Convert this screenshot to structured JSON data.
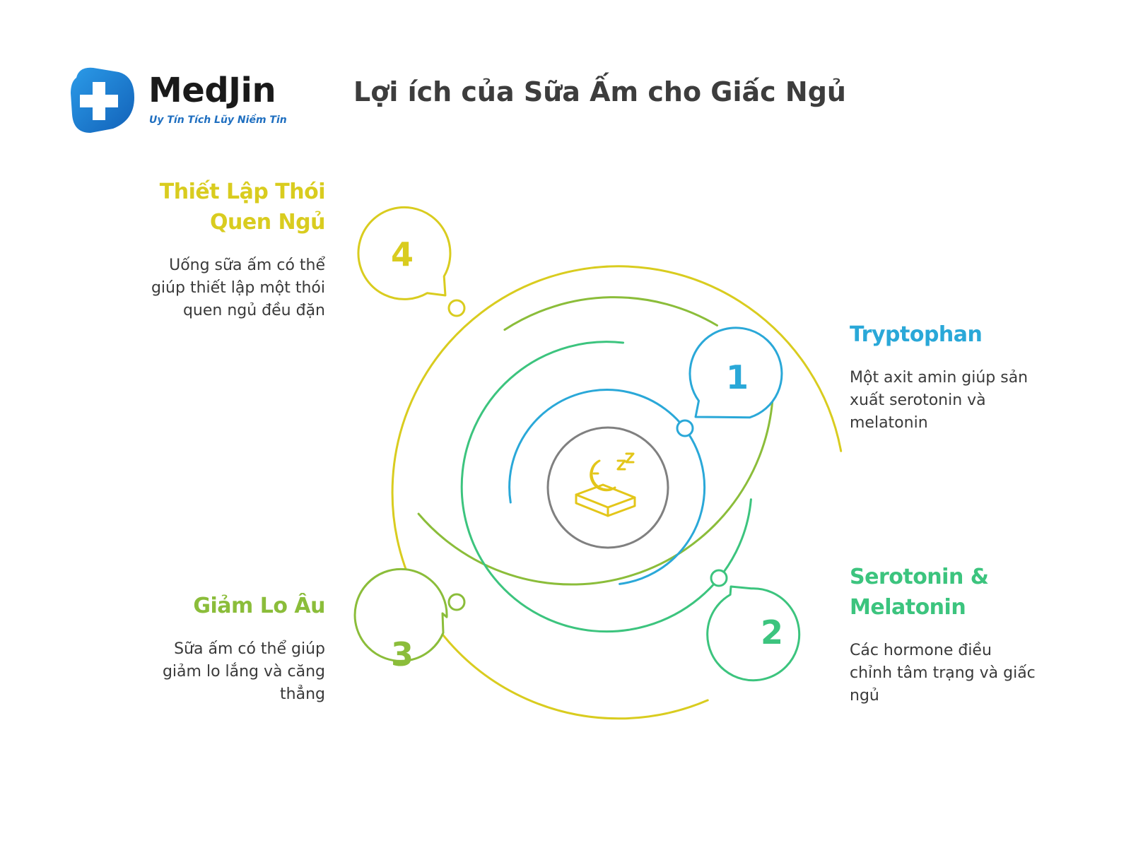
{
  "brand": {
    "name": "MedJin",
    "tagline": "Uy Tín Tích Lũy Niềm Tin",
    "color": "#1f84d6"
  },
  "title": "Lợi ích của Sữa Ấm cho Giấc Ngủ",
  "center_icon": "sleep-moon-pillow-icon",
  "items": [
    {
      "number": "1",
      "title": "Tryptophan",
      "description": "Một axit amin giúp sản xuất serotonin và melatonin",
      "color": "#2aa8d8"
    },
    {
      "number": "2",
      "title": "Serotonin & Melatonin",
      "description": "Các hormone điều chỉnh tâm trạng và giấc ngủ",
      "color": "#3cc47e"
    },
    {
      "number": "3",
      "title": "Giảm Lo Âu",
      "description": "Sữa ấm có thể giúp giảm lo lắng và căng thẳng",
      "color": "#8bbd3a"
    },
    {
      "number": "4",
      "title": "Thiết Lập Thói Quen Ngủ",
      "description": "Uống sữa ấm có thể giúp thiết lập một thói quen ngủ đều đặn",
      "color": "#d9cc1f"
    }
  ]
}
